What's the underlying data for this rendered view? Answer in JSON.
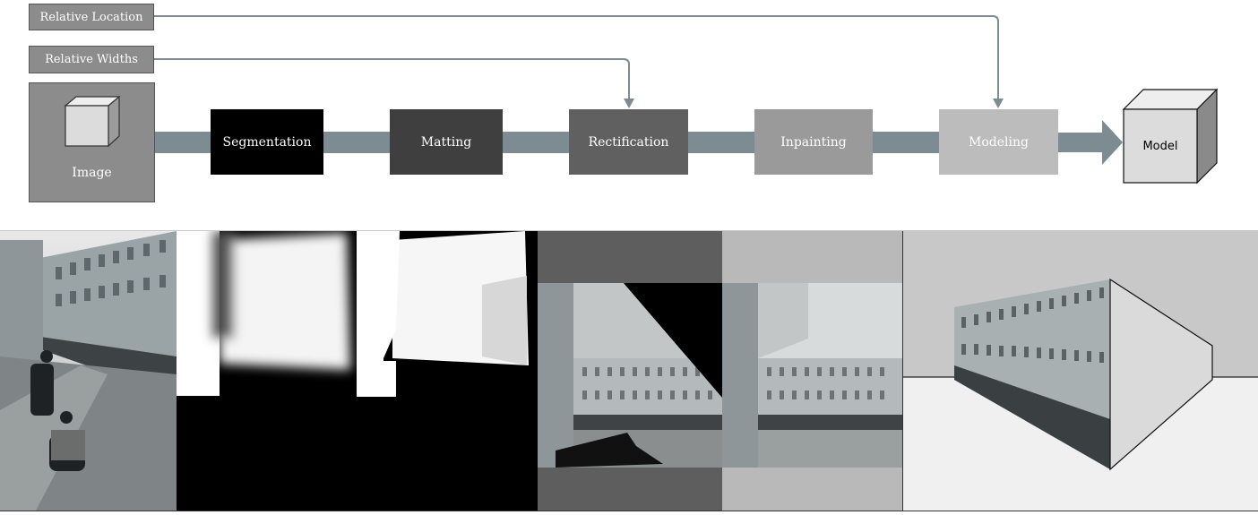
{
  "inputs": {
    "relative_location": "Relative Location",
    "relative_widths": "Relative Widths"
  },
  "pipeline": {
    "image": "Image",
    "segmentation": "Segmentation",
    "matting": "Matting",
    "rectification": "Rectification",
    "inpainting": "Inpainting",
    "modeling": "Modeling",
    "model": "Model"
  },
  "colors": {
    "connector": "#7d8b93",
    "segmentation": "#000000",
    "matting": "#3f3f3f",
    "rectification": "#606060",
    "inpainting": "#9a9a9a",
    "modeling": "#bcbcbc",
    "input_box": "#8c8c8c"
  }
}
